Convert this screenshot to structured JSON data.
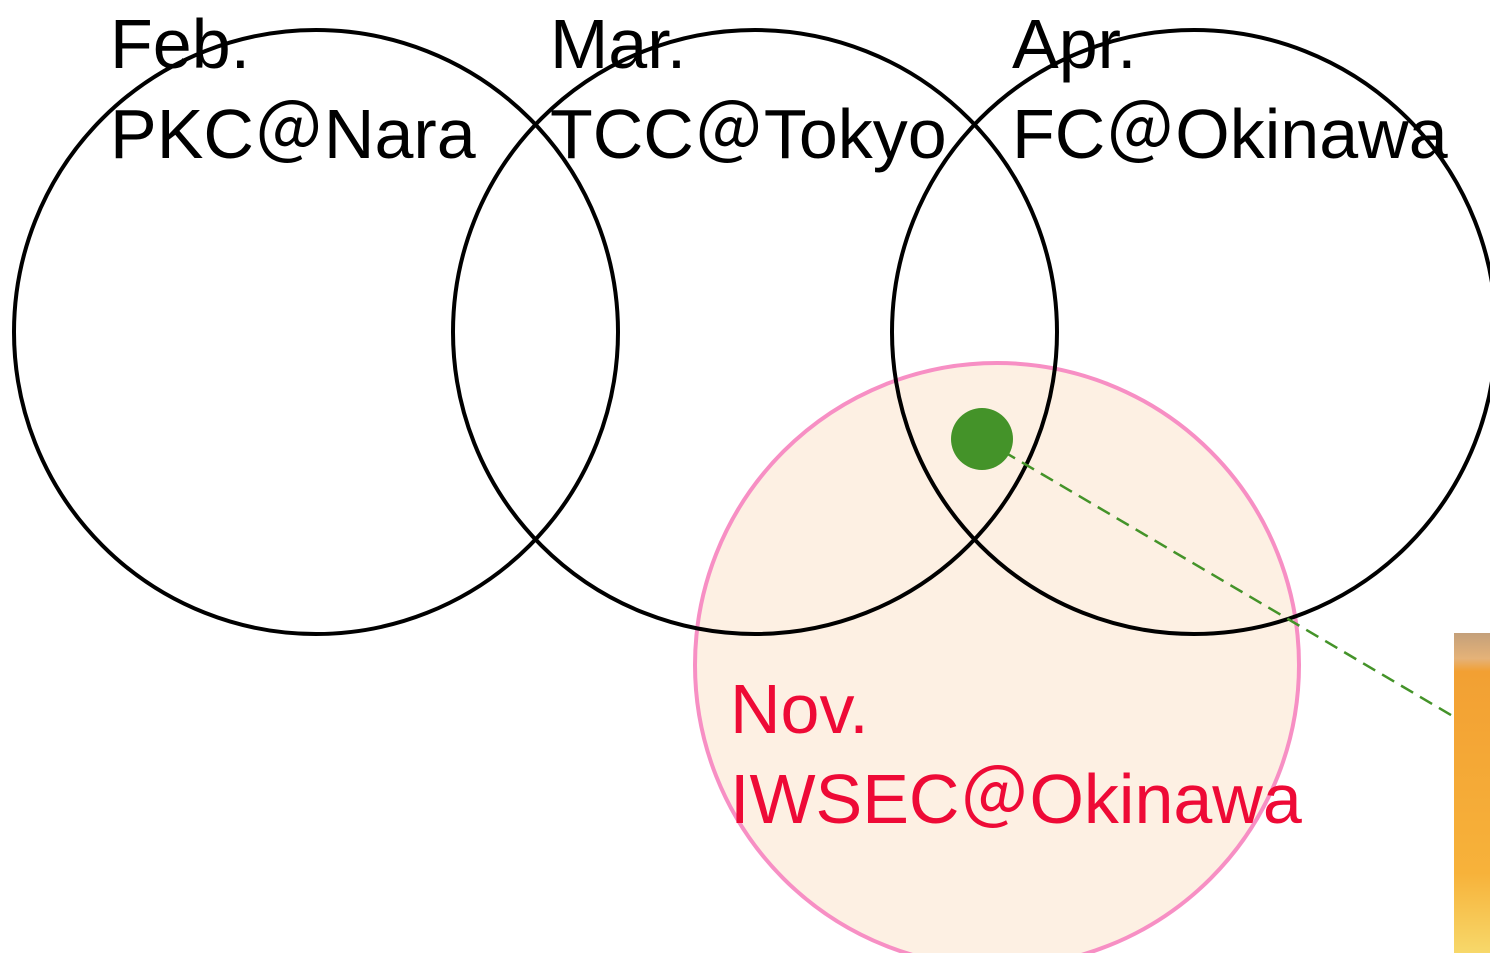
{
  "events": [
    {
      "month": "Feb.",
      "name": "PKC＠Nara"
    },
    {
      "month": "Mar.",
      "name": "TCC＠Tokyo"
    },
    {
      "month": "Apr.",
      "name": "FC＠Okinawa"
    }
  ],
  "highlight": {
    "month": "Nov.",
    "name": "IWSEC＠Okinawa"
  },
  "colors": {
    "outline": "#000000",
    "highlight_fill": "#fdf0e3",
    "highlight_stroke": "#f78fc4",
    "highlight_text": "#ee0a36",
    "marker": "#449329",
    "connector": "#449329",
    "photo_strip": "#f2a033"
  }
}
